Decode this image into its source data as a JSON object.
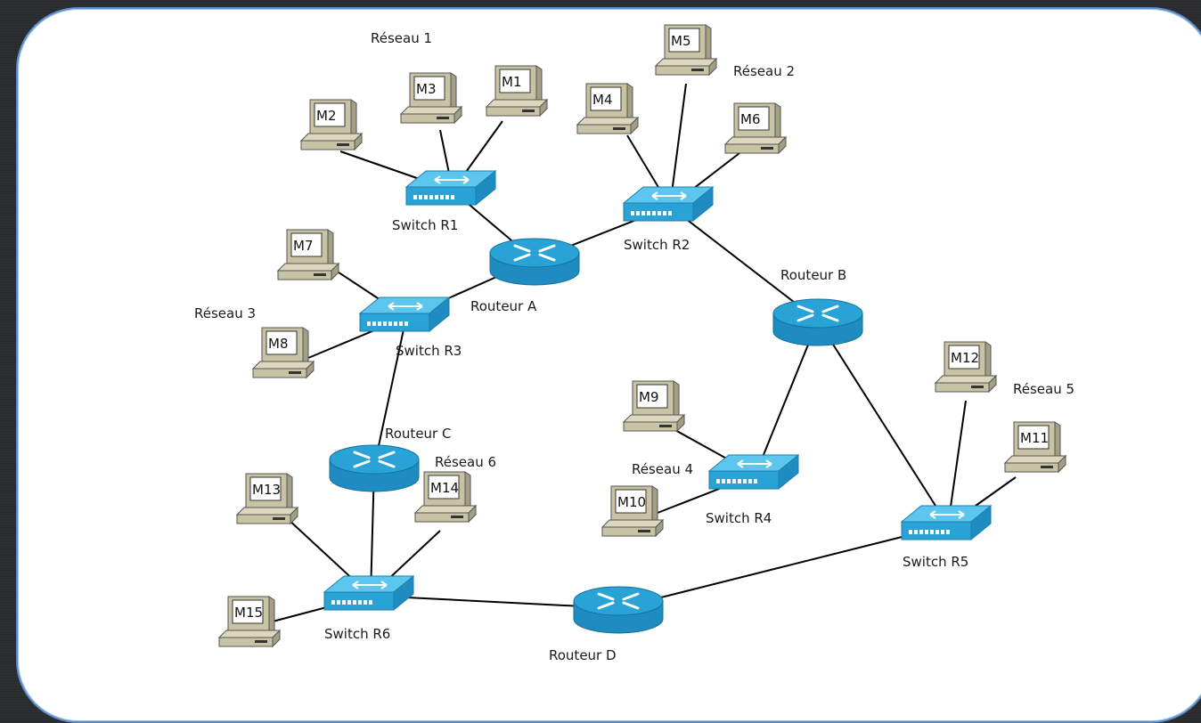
{
  "networks": [
    {
      "id": "n1",
      "label": "Réseau 1"
    },
    {
      "id": "n2",
      "label": "Réseau 2"
    },
    {
      "id": "n3",
      "label": "Réseau 3"
    },
    {
      "id": "n4",
      "label": "Réseau 4"
    },
    {
      "id": "n5",
      "label": "Réseau 5"
    },
    {
      "id": "n6",
      "label": "Réseau 6"
    }
  ],
  "switches": [
    {
      "id": "s1",
      "label": "Switch R1"
    },
    {
      "id": "s2",
      "label": "Switch R2"
    },
    {
      "id": "s3",
      "label": "Switch R3"
    },
    {
      "id": "s4",
      "label": "Switch R4"
    },
    {
      "id": "s5",
      "label": "Switch R5"
    },
    {
      "id": "s6",
      "label": "Switch R6"
    }
  ],
  "routers": [
    {
      "id": "rA",
      "label": "Routeur A"
    },
    {
      "id": "rB",
      "label": "Routeur B"
    },
    {
      "id": "rC",
      "label": "Routeur C"
    },
    {
      "id": "rD",
      "label": "Routeur D"
    }
  ],
  "machines": [
    {
      "id": "m1",
      "label": "M1"
    },
    {
      "id": "m2",
      "label": "M2"
    },
    {
      "id": "m3",
      "label": "M3"
    },
    {
      "id": "m4",
      "label": "M4"
    },
    {
      "id": "m5",
      "label": "M5"
    },
    {
      "id": "m6",
      "label": "M6"
    },
    {
      "id": "m7",
      "label": "M7"
    },
    {
      "id": "m8",
      "label": "M8"
    },
    {
      "id": "m9",
      "label": "M9"
    },
    {
      "id": "m10",
      "label": "M10"
    },
    {
      "id": "m11",
      "label": "M11"
    },
    {
      "id": "m12",
      "label": "M12"
    },
    {
      "id": "m13",
      "label": "M13"
    },
    {
      "id": "m14",
      "label": "M14"
    },
    {
      "id": "m15",
      "label": "M15"
    }
  ],
  "links": [
    [
      "m1",
      "s1"
    ],
    [
      "m2",
      "s1"
    ],
    [
      "m3",
      "s1"
    ],
    [
      "s1",
      "rA"
    ],
    [
      "m4",
      "s2"
    ],
    [
      "m5",
      "s2"
    ],
    [
      "m6",
      "s2"
    ],
    [
      "rA",
      "s2"
    ],
    [
      "s2",
      "rB"
    ],
    [
      "m7",
      "s3"
    ],
    [
      "m8",
      "s3"
    ],
    [
      "s3",
      "rA"
    ],
    [
      "s3",
      "rC"
    ],
    [
      "m9",
      "s4"
    ],
    [
      "m10",
      "s4"
    ],
    [
      "rB",
      "s4"
    ],
    [
      "rB",
      "s5"
    ],
    [
      "m11",
      "s5"
    ],
    [
      "m12",
      "s5"
    ],
    [
      "s5",
      "rD"
    ],
    [
      "rC",
      "s6"
    ],
    [
      "m13",
      "s6"
    ],
    [
      "m14",
      "s6"
    ],
    [
      "m15",
      "s6"
    ],
    [
      "s6",
      "rD"
    ]
  ],
  "colors": {
    "background": "#2a2b2e",
    "panel": "#ffffff",
    "panel_border": "#5b8cc9",
    "device_blue": "#29a3d6",
    "computer_body": "#c9c3a6"
  }
}
